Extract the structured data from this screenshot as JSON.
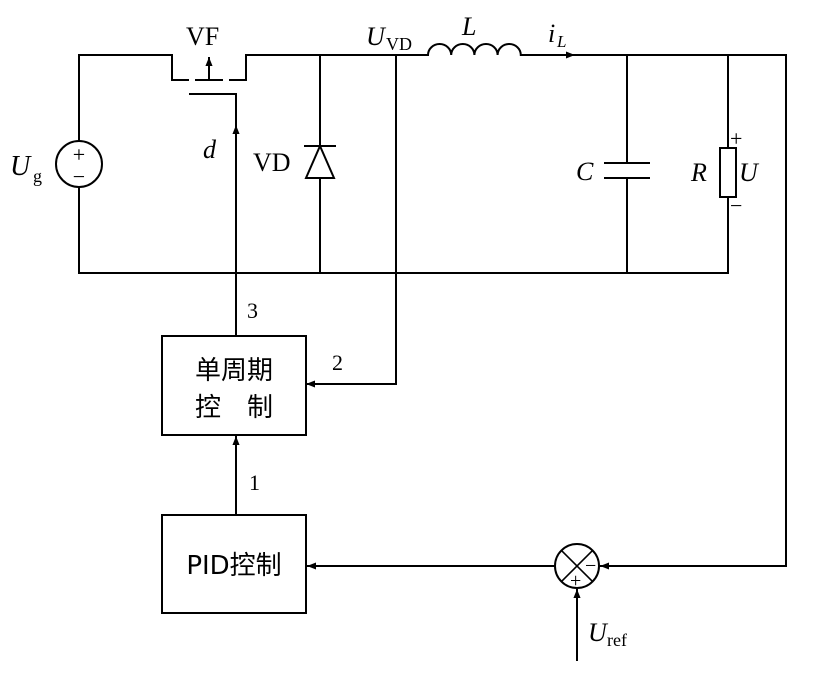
{
  "components": {
    "mosfet": "VF",
    "diode": "VD",
    "inductor": "L",
    "inductor_current": {
      "main": "i",
      "sub": "L"
    },
    "diode_voltage": {
      "main": "U",
      "sub": "VD"
    },
    "capacitor": "C",
    "resistor": "R",
    "output_voltage": "U",
    "source": {
      "main": "U",
      "sub": "g"
    },
    "duty": "d",
    "reference": {
      "main": "U",
      "sub": "ref"
    },
    "plus": "+",
    "minus": "−"
  },
  "blocks": {
    "one_cycle": {
      "line1": "单周期",
      "line2": "控　制"
    },
    "pid": "PID控制"
  },
  "signals": {
    "s1": "1",
    "s2": "2",
    "s3": "3"
  },
  "colors": {
    "ink": "#000000",
    "background": "#ffffff"
  }
}
